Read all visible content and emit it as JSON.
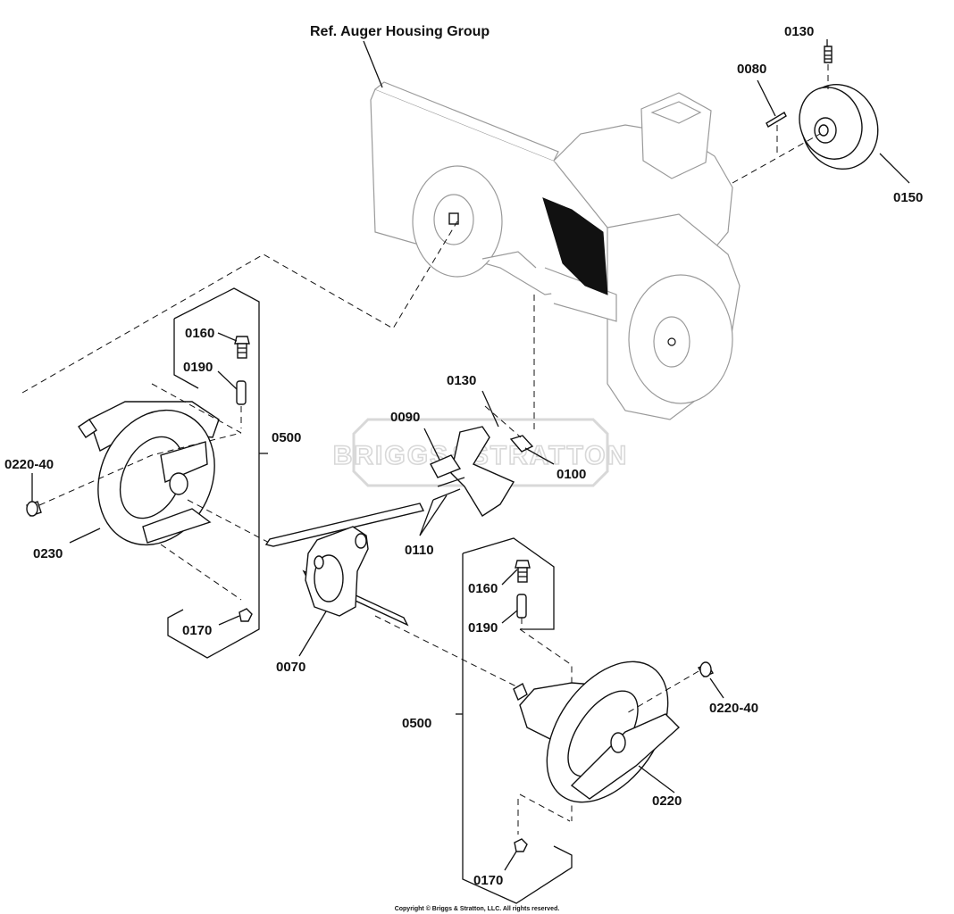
{
  "diagram": {
    "reference_label": "Ref. Auger Housing Group",
    "watermark": "BRIGGS&STRATTON",
    "copyright": "Copyright © Briggs & Stratton, LLC. All rights reserved.",
    "callouts": {
      "c0130_top": "0130",
      "c0080": "0080",
      "c0150": "0150",
      "c0160_left": "0160",
      "c0190_left": "0190",
      "c0500_left": "0500",
      "c0220_40_left": "0220-40",
      "c0230": "0230",
      "c0170_left": "0170",
      "c0130_mid": "0130",
      "c0090": "0090",
      "c0100": "0100",
      "c0110": "0110",
      "c0070": "0070",
      "c0160_right": "0160",
      "c0190_right": "0190",
      "c0500_right": "0500",
      "c0220_40_right": "0220-40",
      "c0220": "0220",
      "c0170_right": "0170"
    }
  }
}
